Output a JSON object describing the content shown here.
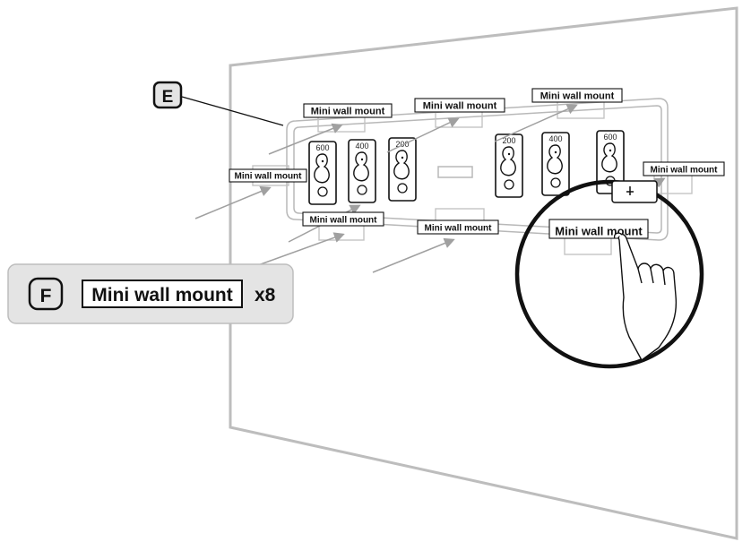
{
  "callouts": {
    "e_letter": "E",
    "f_letter": "F",
    "f_part_name": "Mini wall mount",
    "f_quantity": "x8"
  },
  "mount_labels": {
    "top_left": "Mini wall mount",
    "top_center": "Mini wall mount",
    "top_right": "Mini wall mount",
    "left": "Mini wall mount",
    "right": "Mini wall mount",
    "bottom_left": "Mini wall mount",
    "bottom_center": "Mini wall mount",
    "magnified": "Mini wall mount"
  },
  "slot_labels": [
    "600",
    "400",
    "200",
    "200",
    "400",
    "600"
  ],
  "colors": {
    "wall_line": "#bdbdbd",
    "arrow": "#a0a0a0",
    "callout_fill": "#e4e4e4",
    "ink": "#111111"
  }
}
